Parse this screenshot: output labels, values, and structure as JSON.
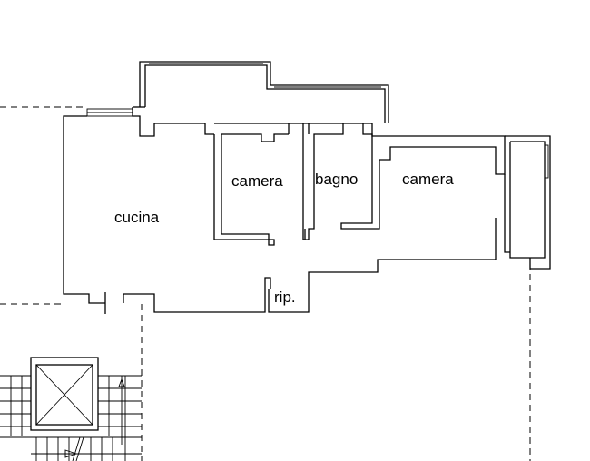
{
  "rooms": {
    "cucina": "cucina",
    "camera_left": "camera",
    "bagno": "bagno",
    "camera_right": "camera",
    "ripostiglio": "rip."
  }
}
